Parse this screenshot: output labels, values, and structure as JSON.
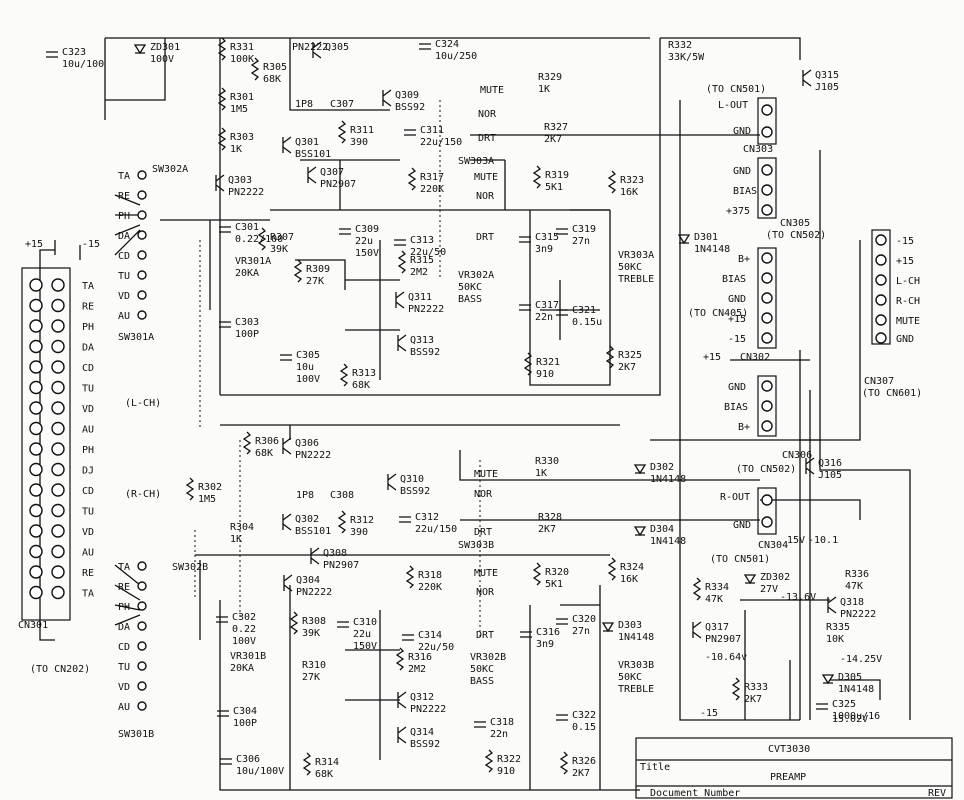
{
  "components": [
    {
      "id": "c323",
      "ref": "C323",
      "value": "10u/100"
    },
    {
      "id": "zd301",
      "ref": "ZD301",
      "value": "100V"
    },
    {
      "id": "r331",
      "ref": "R331",
      "value": "100K"
    },
    {
      "id": "r305",
      "ref": "R305",
      "value": "68K"
    },
    {
      "id": "pn2222a",
      "ref": "PN2222",
      "value": ""
    },
    {
      "id": "q305",
      "ref": "Q305",
      "value": ""
    },
    {
      "id": "c324",
      "ref": "C324",
      "value": "10u/250"
    },
    {
      "id": "r332",
      "ref": "R332",
      "value": "33K/5W"
    },
    {
      "id": "r301",
      "ref": "R301",
      "value": "1M5"
    },
    {
      "id": "ip8a",
      "ref": "1P8",
      "value": ""
    },
    {
      "id": "c307",
      "ref": "C307",
      "value": ""
    },
    {
      "id": "q309",
      "ref": "Q309",
      "value": "BSS92"
    },
    {
      "id": "r303",
      "ref": "R303",
      "value": "1K"
    },
    {
      "id": "q301",
      "ref": "Q301",
      "value": "BSS101"
    },
    {
      "id": "r311",
      "ref": "R311",
      "value": "390"
    },
    {
      "id": "c311",
      "ref": "C311",
      "value": "22u/150"
    },
    {
      "id": "r329",
      "ref": "R329",
      "value": "1K"
    },
    {
      "id": "r327",
      "ref": "R327",
      "value": "2K7"
    },
    {
      "id": "q303",
      "ref": "Q303",
      "value": "PN2222"
    },
    {
      "id": "q307",
      "ref": "Q307",
      "value": "PN2907"
    },
    {
      "id": "r317",
      "ref": "R317",
      "value": "220K"
    },
    {
      "id": "r319",
      "ref": "R319",
      "value": "5K1"
    },
    {
      "id": "r323",
      "ref": "R323",
      "value": "16K"
    },
    {
      "id": "c301",
      "ref": "C301",
      "value": "0.22/100"
    },
    {
      "id": "c309",
      "ref": "C309",
      "value": "22u 150V"
    },
    {
      "id": "c313",
      "ref": "C313",
      "value": "22u/50"
    },
    {
      "id": "c315",
      "ref": "C315",
      "value": "3n9"
    },
    {
      "id": "c319",
      "ref": "C319",
      "value": "27n"
    },
    {
      "id": "r307",
      "ref": "R307",
      "value": "39K"
    },
    {
      "id": "vr301a",
      "ref": "VR301A",
      "value": "20KA"
    },
    {
      "id": "r309",
      "ref": "R309",
      "value": "27K"
    },
    {
      "id": "r315",
      "ref": "R315",
      "value": "2M2"
    },
    {
      "id": "vr302a",
      "ref": "VR302A",
      "value": "50KC BASS"
    },
    {
      "id": "vr303a",
      "ref": "VR303A",
      "value": "50KC TREBLE"
    },
    {
      "id": "q311",
      "ref": "Q311",
      "value": "PN2222"
    },
    {
      "id": "c303",
      "ref": "C303",
      "value": "100P"
    },
    {
      "id": "c317",
      "ref": "C317",
      "value": "22n"
    },
    {
      "id": "c321",
      "ref": "C321",
      "value": "0.15u"
    },
    {
      "id": "q313",
      "ref": "Q313",
      "value": "BSS92"
    },
    {
      "id": "c305",
      "ref": "C305",
      "value": "10u 100V"
    },
    {
      "id": "r313",
      "ref": "R313",
      "value": "68K"
    },
    {
      "id": "r321",
      "ref": "R321",
      "value": "910"
    },
    {
      "id": "r325",
      "ref": "R325",
      "value": "2K7"
    },
    {
      "id": "r306",
      "ref": "R306",
      "value": "68K"
    },
    {
      "id": "q306",
      "ref": "Q306",
      "value": "PN2222"
    },
    {
      "id": "r330",
      "ref": "R330",
      "value": "1K"
    },
    {
      "id": "r302",
      "ref": "R302",
      "value": "1M5"
    },
    {
      "id": "q310",
      "ref": "Q310",
      "value": "BSS92"
    },
    {
      "id": "c308",
      "ref": "C308",
      "value": ""
    },
    {
      "id": "ip8b",
      "ref": "1P8",
      "value": ""
    },
    {
      "id": "r304",
      "ref": "R304",
      "value": "1K"
    },
    {
      "id": "q302",
      "ref": "Q302",
      "value": "BSS101"
    },
    {
      "id": "r312",
      "ref": "R312",
      "value": "390"
    },
    {
      "id": "c312",
      "ref": "C312",
      "value": "22u/150"
    },
    {
      "id": "r328",
      "ref": "R328",
      "value": "2K7"
    },
    {
      "id": "q304",
      "ref": "Q304",
      "value": "PN2222"
    },
    {
      "id": "q308",
      "ref": "Q308",
      "value": "PN2907"
    },
    {
      "id": "r318",
      "ref": "R318",
      "value": "220K"
    },
    {
      "id": "r320",
      "ref": "R320",
      "value": "5K1"
    },
    {
      "id": "r324",
      "ref": "R324",
      "value": "16K"
    },
    {
      "id": "c302",
      "ref": "C302",
      "value": "0.22 100V"
    },
    {
      "id": "c310",
      "ref": "C310",
      "value": "22u 150V"
    },
    {
      "id": "c314",
      "ref": "C314",
      "value": "22u/50"
    },
    {
      "id": "c316",
      "ref": "C316",
      "value": "3n9"
    },
    {
      "id": "c320",
      "ref": "C320",
      "value": "27n"
    },
    {
      "id": "r308",
      "ref": "R308",
      "value": "39K"
    },
    {
      "id": "r310",
      "ref": "R310",
      "value": "27K"
    },
    {
      "id": "vr301b",
      "ref": "VR301B",
      "value": "20KA"
    },
    {
      "id": "r316",
      "ref": "R316",
      "value": "2M2"
    },
    {
      "id": "vr302b",
      "ref": "VR302B",
      "value": "50KC BASS"
    },
    {
      "id": "vr303b",
      "ref": "VR303B",
      "value": "50KC TREBLE"
    },
    {
      "id": "q312",
      "ref": "Q312",
      "value": "PN2222"
    },
    {
      "id": "c304",
      "ref": "C304",
      "value": "100P"
    },
    {
      "id": "c318",
      "ref": "C318",
      "value": "22n"
    },
    {
      "id": "c322",
      "ref": "C322",
      "value": "0.15"
    },
    {
      "id": "q314",
      "ref": "Q314",
      "value": "BSS92"
    },
    {
      "id": "c306",
      "ref": "C306",
      "value": "10u/100V"
    },
    {
      "id": "r314",
      "ref": "R314",
      "value": "68K"
    },
    {
      "id": "r322",
      "ref": "R322",
      "value": "910"
    },
    {
      "id": "r326",
      "ref": "R326",
      "value": "2K7"
    },
    {
      "id": "q315",
      "ref": "Q315",
      "value": "J105"
    },
    {
      "id": "q316",
      "ref": "Q316",
      "value": "J105"
    },
    {
      "id": "d301",
      "ref": "D301",
      "value": "1N4148"
    },
    {
      "id": "d302",
      "ref": "D302",
      "value": "1N4148"
    },
    {
      "id": "d304",
      "ref": "D304",
      "value": "1N4148"
    },
    {
      "id": "d303",
      "ref": "D303",
      "value": "1N4148"
    },
    {
      "id": "zd302",
      "ref": "ZD302",
      "value": "27V"
    },
    {
      "id": "r334",
      "ref": "R334",
      "value": "47K"
    },
    {
      "id": "r336",
      "ref": "R336",
      "value": "47K"
    },
    {
      "id": "q318",
      "ref": "Q318",
      "value": "PN2222"
    },
    {
      "id": "q317",
      "ref": "Q317",
      "value": "PN2907"
    },
    {
      "id": "r335",
      "ref": "R335",
      "value": "10K"
    },
    {
      "id": "r333",
      "ref": "R333",
      "value": "2K7"
    },
    {
      "id": "d305",
      "ref": "D305",
      "value": "1N4148"
    },
    {
      "id": "c325",
      "ref": "C325",
      "value": "1000u/16"
    }
  ],
  "switches": {
    "sw302a": "SW302A",
    "sw302b": "SW302B",
    "sw303a": "SW303A",
    "sw303b": "SW303B",
    "sw301a": "SW301A",
    "sw301b": "SW301B",
    "mute": "MUTE",
    "nor": "NOR",
    "drt": "DRT"
  },
  "sources": [
    "TA",
    "RE",
    "PH",
    "DA",
    "CD",
    "TU",
    "VD",
    "AU"
  ],
  "cn301": {
    "ref": "CN301",
    "dest": "(TO CN202)",
    "plus": "+15",
    "minus": "-15",
    "lch": "(L-CH)",
    "rch": "(R-CH)",
    "pins_l": [
      "TA",
      "RE",
      "PH",
      "DA",
      "CD",
      "TU",
      "VD",
      "AU"
    ],
    "pins_r": [
      "PH",
      "DJ",
      "CD",
      "TU",
      "VD",
      "AU",
      "RE",
      "TA"
    ]
  },
  "cn303": {
    "dest": "(TO CN501)",
    "ref": "CN303",
    "pins": [
      "L-OUT",
      "GND"
    ]
  },
  "cn305": {
    "ref": "CN305",
    "dest": "(TO CN502)",
    "pins": [
      "GND",
      "BIAS",
      "+375"
    ]
  },
  "cn302": {
    "ref": "CN302",
    "dest": "(TO CN405)",
    "pins": [
      "B+",
      "BIAS",
      "GND",
      "+15",
      "-15"
    ]
  },
  "cn_bias": {
    "pins": [
      "GND",
      "BIAS",
      "B+"
    ]
  },
  "cn307": {
    "ref": "CN307",
    "dest": "(TO CN601)",
    "pins": [
      "-15",
      "+15",
      "L-CH",
      "R-CH",
      "MUTE",
      "GND"
    ]
  },
  "cn306": {
    "ref": "CN306",
    "dest": "(TO CN502)"
  },
  "cn304": {
    "ref": "CN304",
    "dest": "(TO CN501)",
    "pins": [
      "R-OUT",
      "GND"
    ]
  },
  "voltages": {
    "v15": "15V",
    "v101": "-10.1",
    "v136": "-13.6V",
    "v1064": "-10.64v",
    "v1425": "-14.25V",
    "v1502": "15.02V",
    "vplus15": "+15",
    "vminus15": "-15"
  },
  "title_block": {
    "drawing_no": "CVT3030",
    "title_label": "Title",
    "title": "PREAMP",
    "doc_label": "Document Number",
    "rev_label": "REV"
  }
}
